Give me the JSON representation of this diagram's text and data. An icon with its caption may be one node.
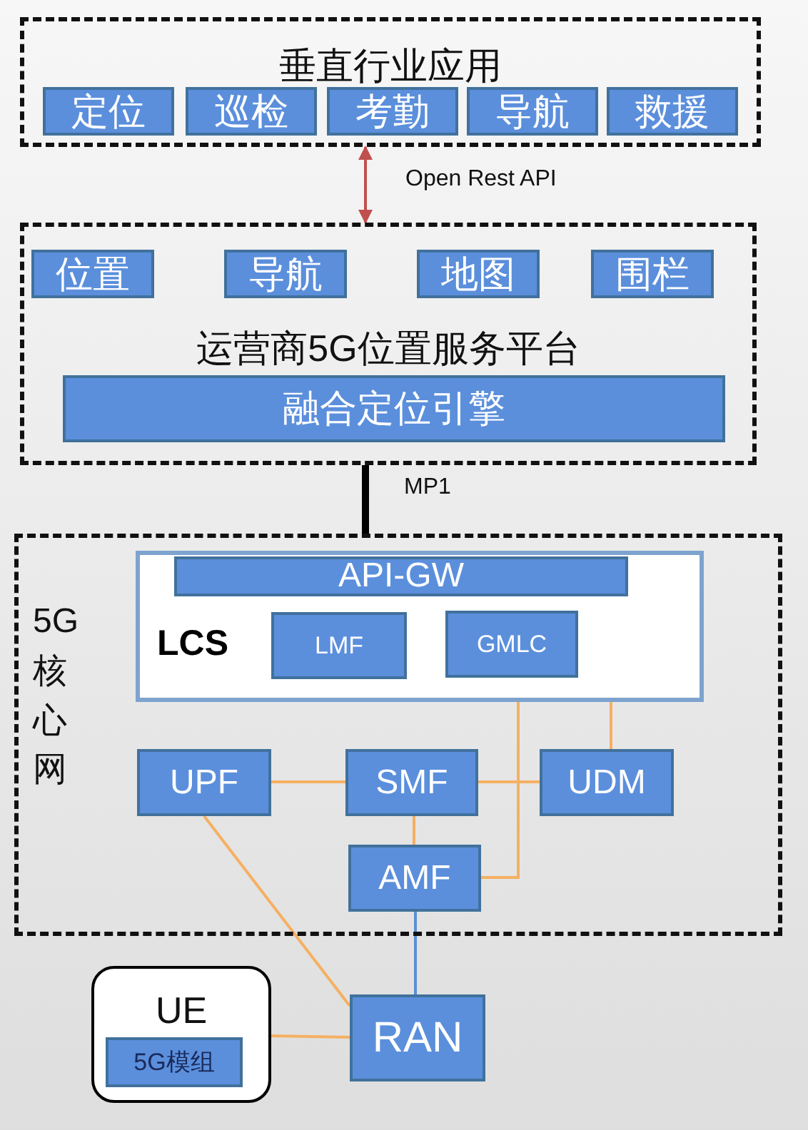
{
  "diagram": {
    "nodes": [
      {
        "text": [
          "垂直行业应用"
        ]
      },
      {
        "text": [
          "定位"
        ],
        "in": 0
      },
      {
        "text": [
          "巡检"
        ],
        "in": 0
      },
      {
        "text": [
          "考勤"
        ],
        "in": 0
      },
      {
        "text": [
          "导航"
        ],
        "in": 0
      },
      {
        "text": [
          "救援"
        ],
        "in": 0
      },
      {
        "text": [
          "运营商5G位置服务平台"
        ]
      },
      {
        "text": [
          "位置"
        ],
        "in": 6
      },
      {
        "text": [
          "导航"
        ],
        "in": 6
      },
      {
        "text": [
          "地图"
        ],
        "in": 6
      },
      {
        "text": [
          "围栏"
        ],
        "in": 6
      },
      {
        "text": [
          "融合定位引擎"
        ],
        "in": 6
      },
      {
        "text": [
          "5G核心网"
        ]
      },
      {
        "text": [
          "LCS"
        ],
        "in": 12
      },
      {
        "text": [
          "API-GW"
        ],
        "in": 13
      },
      {
        "text": [
          "LMF"
        ],
        "in": 13
      },
      {
        "text": [
          "GMLC"
        ],
        "in": 13
      },
      {
        "text": [
          "UPF"
        ],
        "in": 12
      },
      {
        "text": [
          "SMF"
        ],
        "in": 12
      },
      {
        "text": [
          "UDM"
        ],
        "in": 12
      },
      {
        "text": [
          "AMF"
        ],
        "in": 12
      },
      {
        "text": [
          "UE"
        ]
      },
      {
        "text": [
          "5G模组"
        ],
        "in": 21
      },
      {
        "text": [
          "RAN"
        ]
      }
    ],
    "edges": [
      {
        "from": 0,
        "to": 6,
        "arrow": "both",
        "label": "Open Rest API",
        "color": "#c0504d"
      },
      {
        "from": 6,
        "to": 12,
        "arrow": "none",
        "label": "MP1",
        "style": "thick",
        "color": "#000000"
      },
      {
        "from": 17,
        "to": 18,
        "arrow": "none"
      },
      {
        "from": 18,
        "to": 19,
        "arrow": "none"
      },
      {
        "from": 13,
        "to": 19,
        "arrow": "none"
      },
      {
        "from": 13,
        "to": 20,
        "arrow": "none"
      },
      {
        "from": 18,
        "to": 20,
        "arrow": "none"
      },
      {
        "from": 20,
        "to": 23,
        "arrow": "none",
        "color": "#5b8fd6"
      },
      {
        "from": 17,
        "to": 23,
        "arrow": "none"
      },
      {
        "from": 21,
        "to": 23,
        "arrow": "none"
      }
    ]
  }
}
